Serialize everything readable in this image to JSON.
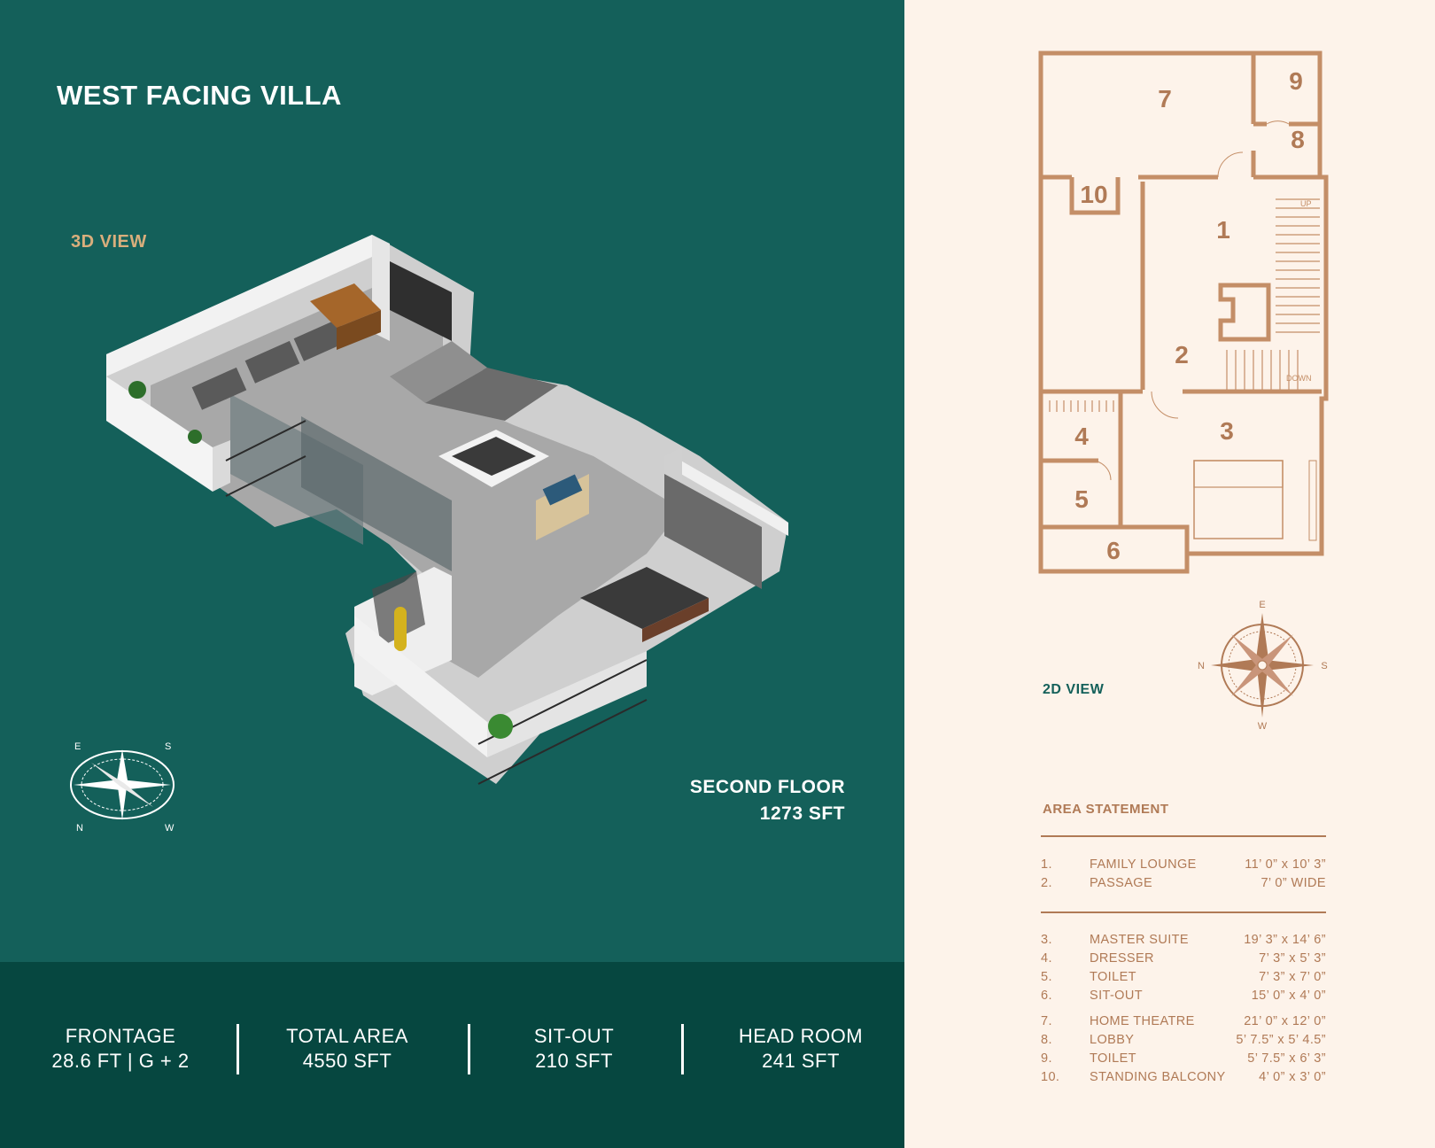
{
  "title": "WEST FACING VILLA",
  "view3d_label": "3D VIEW",
  "view2d_label": "2D VIEW",
  "floor": {
    "name": "SECOND FLOOR",
    "area": "1273 SFT"
  },
  "stats": [
    {
      "label": "FRONTAGE",
      "value": "28.6 FT | G + 2"
    },
    {
      "label": "TOTAL AREA",
      "value": "4550 SFT"
    },
    {
      "label": "SIT-OUT",
      "value": "210 SFT"
    },
    {
      "label": "HEAD ROOM",
      "value": "241 SFT"
    }
  ],
  "compass_2d": {
    "top": "E",
    "left": "N",
    "right": "S",
    "bottom": "W"
  },
  "compass_3d": {
    "letters": [
      "E",
      "S",
      "N",
      "W"
    ]
  },
  "plan_labels": {
    "up": "UP",
    "down": "DOWN",
    "rooms": [
      "1",
      "2",
      "3",
      "4",
      "5",
      "6",
      "7",
      "8",
      "9",
      "10"
    ]
  },
  "area_statement": {
    "title": "AREA STATEMENT",
    "groups": [
      [
        {
          "no": "1.",
          "name": "FAMILY LOUNGE",
          "dim": "11’ 0” x 10’ 3”"
        },
        {
          "no": "2.",
          "name": "PASSAGE",
          "dim": "7’ 0” WIDE"
        }
      ],
      [
        {
          "no": "3.",
          "name": "MASTER SUITE",
          "dim": "19’ 3” x 14’ 6”"
        },
        {
          "no": "4.",
          "name": "DRESSER",
          "dim": "7’ 3” x 5’ 3”"
        },
        {
          "no": "5.",
          "name": "TOILET",
          "dim": "7’ 3” x 7’ 0”"
        },
        {
          "no": "6.",
          "name": "SIT-OUT",
          "dim": "15’ 0” x 4’ 0”"
        },
        {
          "no": "7.",
          "name": "HOME THEATRE",
          "dim": "21’ 0” x 12’ 0”"
        },
        {
          "no": "8.",
          "name": "LOBBY",
          "dim": "5’ 7.5” x 5’ 4.5”"
        },
        {
          "no": "9.",
          "name": "TOILET",
          "dim": "5’ 7.5” x 6’ 3”"
        },
        {
          "no": "10.",
          "name": "STANDING BALCONY",
          "dim": "4’ 0” x 3’ 0”"
        }
      ]
    ]
  },
  "colors": {
    "green": "#14605a",
    "dark_green": "#064740",
    "cream": "#fdf3ea",
    "copper": "#b07a56",
    "gold": "#d9ae7c"
  }
}
